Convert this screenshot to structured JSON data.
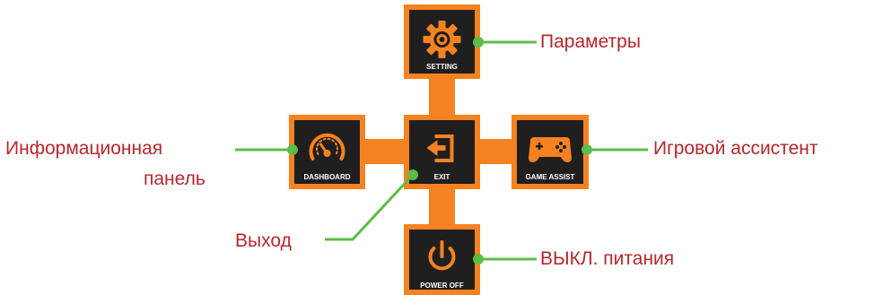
{
  "colors": {
    "orange": "#f58220",
    "tile": "#1f1f1f",
    "connector": "#5dbb46",
    "label_text": "#b8262c",
    "caption_text": "#ffffff"
  },
  "menu": {
    "setting": {
      "caption": "SETTING",
      "icon": "gear-icon"
    },
    "dashboard": {
      "caption": "DASHBOARD",
      "icon": "speedometer-icon"
    },
    "exit": {
      "caption": "EXIT",
      "icon": "exit-door-icon"
    },
    "game_assist": {
      "caption": "GAME ASSIST",
      "icon": "gamepad-icon"
    },
    "power_off": {
      "caption": "POWER OFF",
      "icon": "power-icon"
    }
  },
  "callouts": {
    "setting": "Параметры",
    "dashboard_line1": "Информационная",
    "dashboard_line2": "панель",
    "game_assist": "Игровой ассистент",
    "exit": "Выход",
    "power_off": "ВЫКЛ. питания"
  }
}
